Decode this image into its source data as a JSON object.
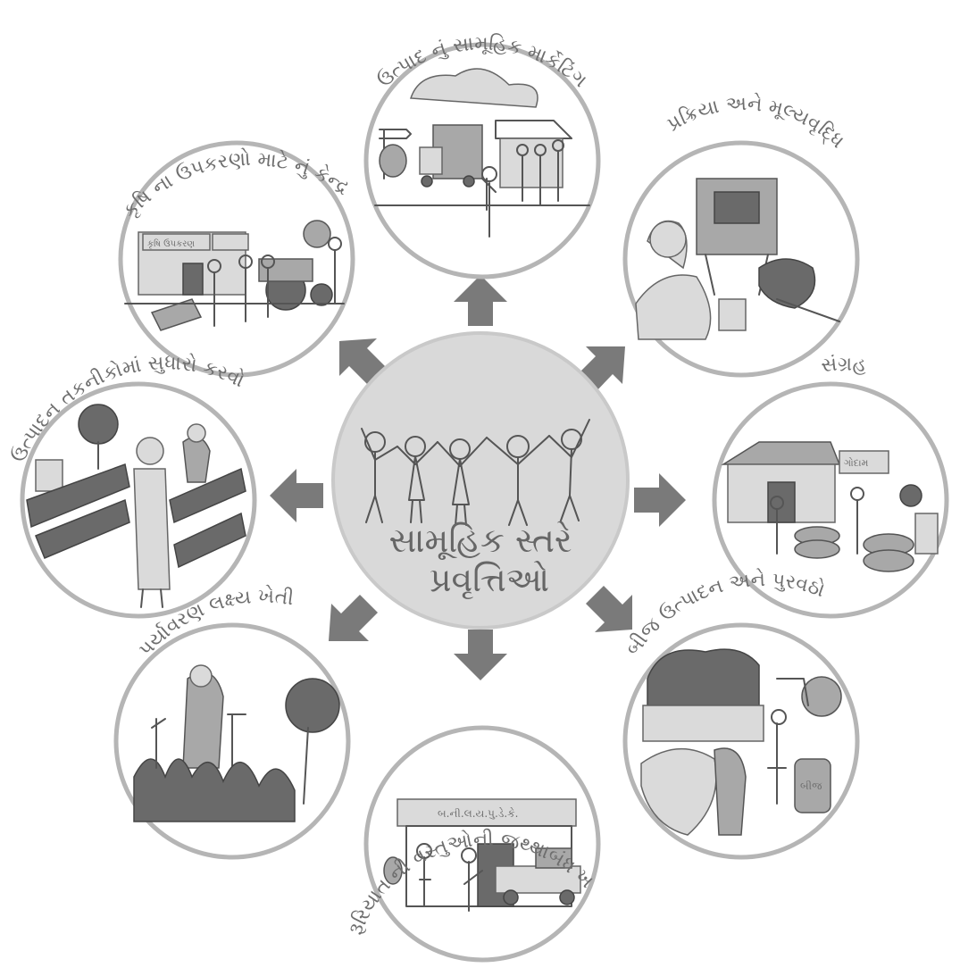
{
  "center": {
    "line1": "સામૂહિક સ્તરે",
    "line2": "પ્રવૃત્તિઓ"
  },
  "activities": [
    {
      "id": "marketing",
      "label": "ઉત્પાદ નું સામૂહિક માર્કેટિંગ"
    },
    {
      "id": "processing",
      "label": "પ્રક્રિયા અને મૂલ્યવૃદ્ધિ"
    },
    {
      "id": "storage",
      "label": "સંગ્રહ"
    },
    {
      "id": "seed",
      "label": "બીજ ઉત્પાદન અને પુરવઠો"
    },
    {
      "id": "bulk",
      "label": "જરૂરિયાત ની વસ્તુઓની જથ્થાબંધ ખરીદ"
    },
    {
      "id": "eco",
      "label": "પર્યાવરણ લક્ષ્ય ખેતી"
    },
    {
      "id": "techniques",
      "label": "ઉત્પાદન તકનીકોમાં સુધારો કરવો"
    },
    {
      "id": "equipment",
      "label": "કૃષિ ના ઉપકરણો માટે નું કેન્દ્ર"
    }
  ],
  "signs": {
    "bulk_shop": "બ.ની.લ.ય.પુ.ડે.કે.",
    "storage_shop": "ગોદામ",
    "equipment_shop": "કૃષિ ઉપકરણ",
    "seed_bag": "બીજ"
  },
  "colors": {
    "ring": "#b5b5b5",
    "hub": "#d9d9d9",
    "arrow": "#7a7a7a",
    "text": "#6e6e6e"
  }
}
